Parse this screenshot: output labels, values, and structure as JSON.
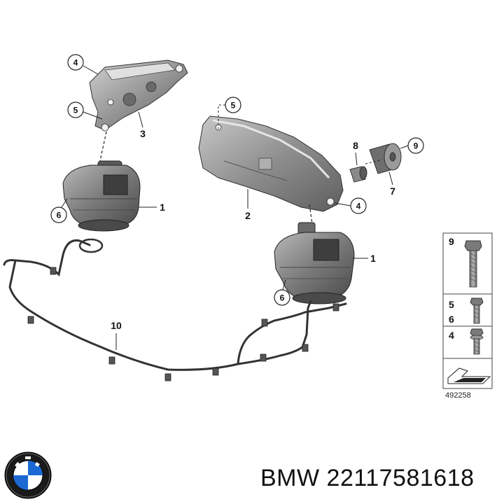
{
  "callouts": {
    "c4_top": "4",
    "c5_top": "5",
    "c3": "3",
    "c6_left": "6",
    "c1_left": "1",
    "c10": "10",
    "c5_right": "5",
    "c2": "2",
    "c8": "8",
    "c9": "9",
    "c7": "7",
    "c4_right": "4",
    "c1_right": "1",
    "c6_right": "6"
  },
  "legend": {
    "row1": "9",
    "row2a": "5",
    "row2b": "6",
    "row3": "4"
  },
  "diagram_id": "492258",
  "brand_caption": "BMW 22117581618",
  "colors": {
    "part_dark": "#5a5a5a",
    "part_mid": "#8c8c8c",
    "part_light": "#c4c4c4",
    "line": "#222222"
  },
  "icons": {
    "logo": "bmw-roundel-logo"
  }
}
